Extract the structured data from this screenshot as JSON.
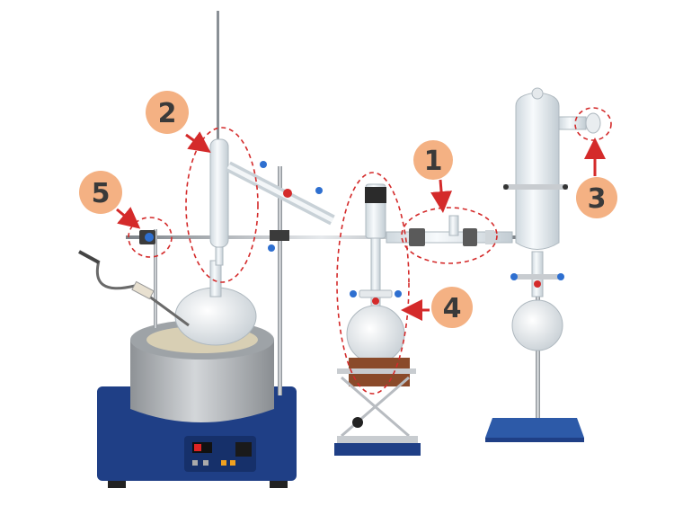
{
  "colors": {
    "badge_fill": "#f4b183",
    "badge_text": "#3a3a3a",
    "callout_dash": "#d42a2a",
    "arrow": "#d42a2a",
    "base_blue": "#1f3f86",
    "mantle_grey": "#b9bcc0",
    "pad_brown": "#8a4a2a",
    "glass": "#e8eef2",
    "rod": "#9aa0a6"
  },
  "callouts": [
    {
      "id": "1",
      "label": "1"
    },
    {
      "id": "2",
      "label": "2"
    },
    {
      "id": "3",
      "label": "3"
    },
    {
      "id": "4",
      "label": "4"
    },
    {
      "id": "5",
      "label": "5"
    }
  ],
  "icons": [
    "heating-mantle-icon",
    "distillation-head-icon",
    "condenser-icon",
    "receiving-flask-icon",
    "lab-jack-icon",
    "clamp-icon"
  ]
}
